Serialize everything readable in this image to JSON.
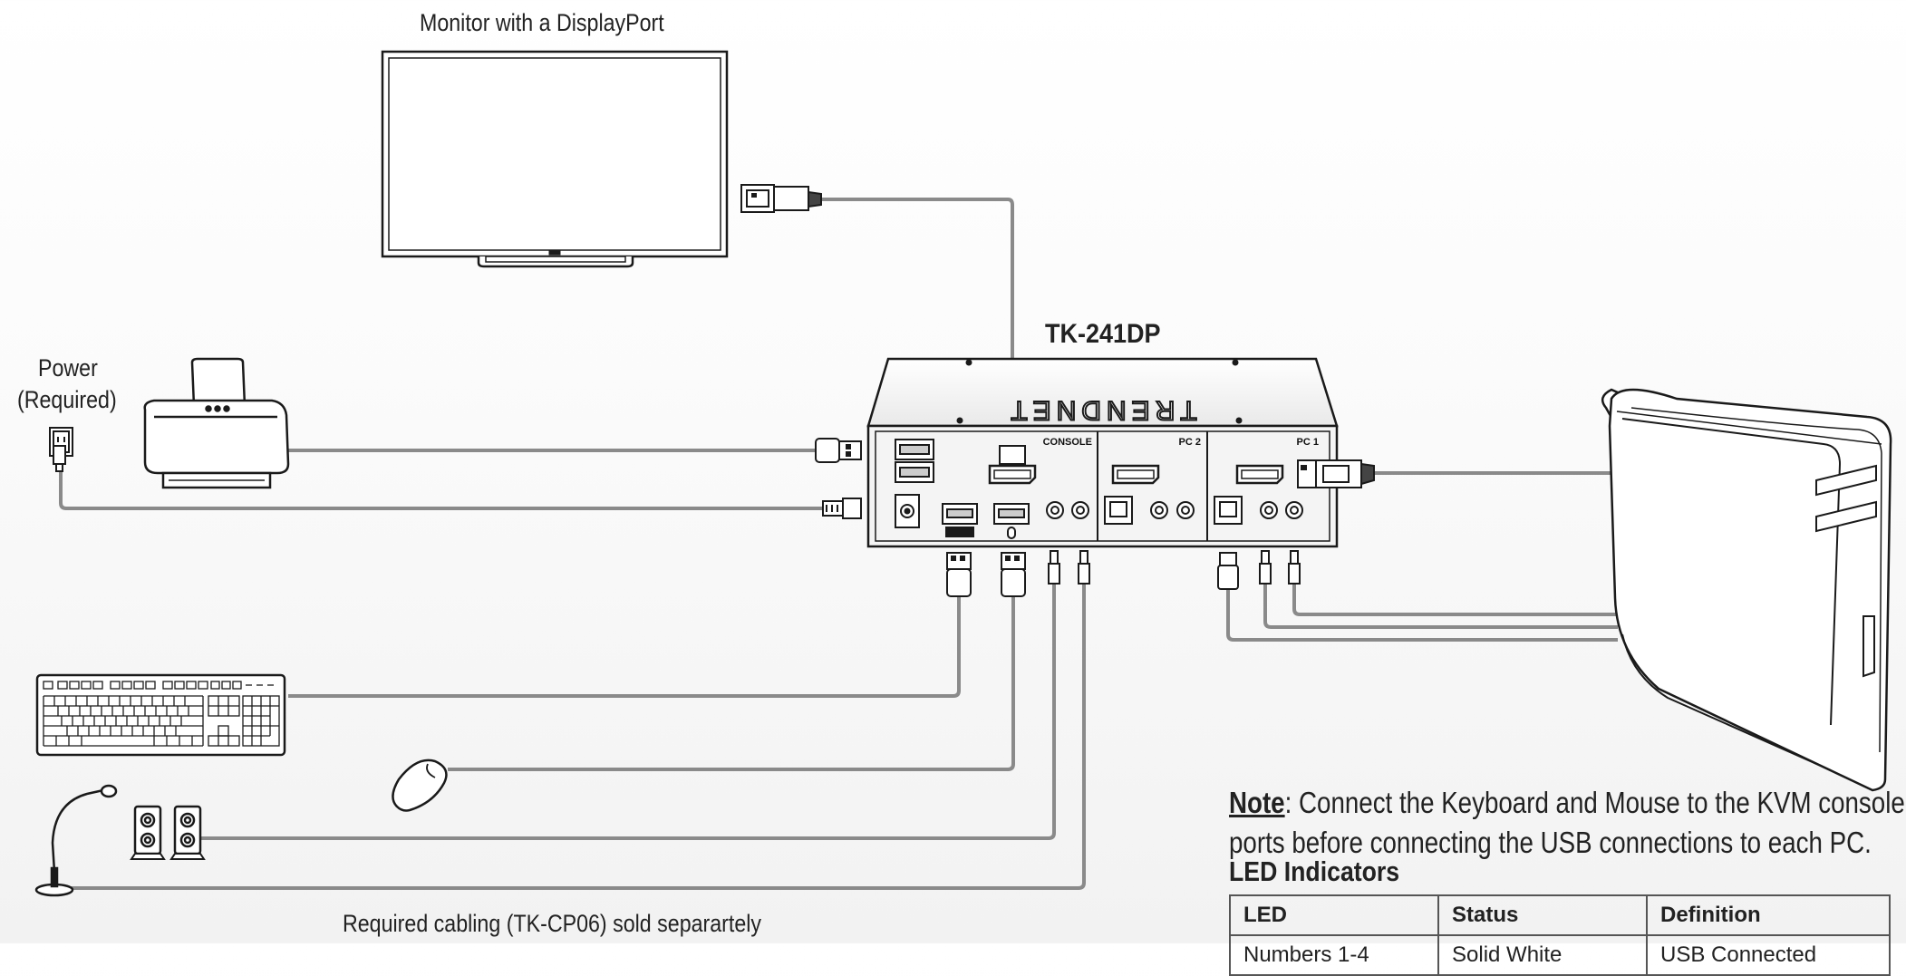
{
  "labels": {
    "monitor": "Monitor with a DisplayPort",
    "power": "Power",
    "power_required": "(Required)",
    "model": "TK-241DP",
    "cabling": "Required cabling (TK-CP06) sold separartely"
  },
  "kvm": {
    "brand": "TRENDNET",
    "port_console": "CONSOLE",
    "port_pc2": "PC 2",
    "port_pc1": "PC 1"
  },
  "note": {
    "prefix": "Note",
    "text_line1": ": Connect the Keyboard and Mouse to the KVM console",
    "text_line2": "ports before connecting the USB connections to each PC.",
    "led_title": "LED Indicators"
  },
  "led_table": {
    "headers": [
      "LED",
      "Status",
      "Definition"
    ],
    "rows": [
      [
        "Numbers 1-4",
        "Solid White",
        "USB Connected"
      ]
    ]
  },
  "colors": {
    "cable": "#8a8a8a",
    "outline": "#1a1a1a",
    "device_fill": "#ffffff",
    "kvm_body": "#f4f4f4",
    "background": "#f6f6f6"
  }
}
